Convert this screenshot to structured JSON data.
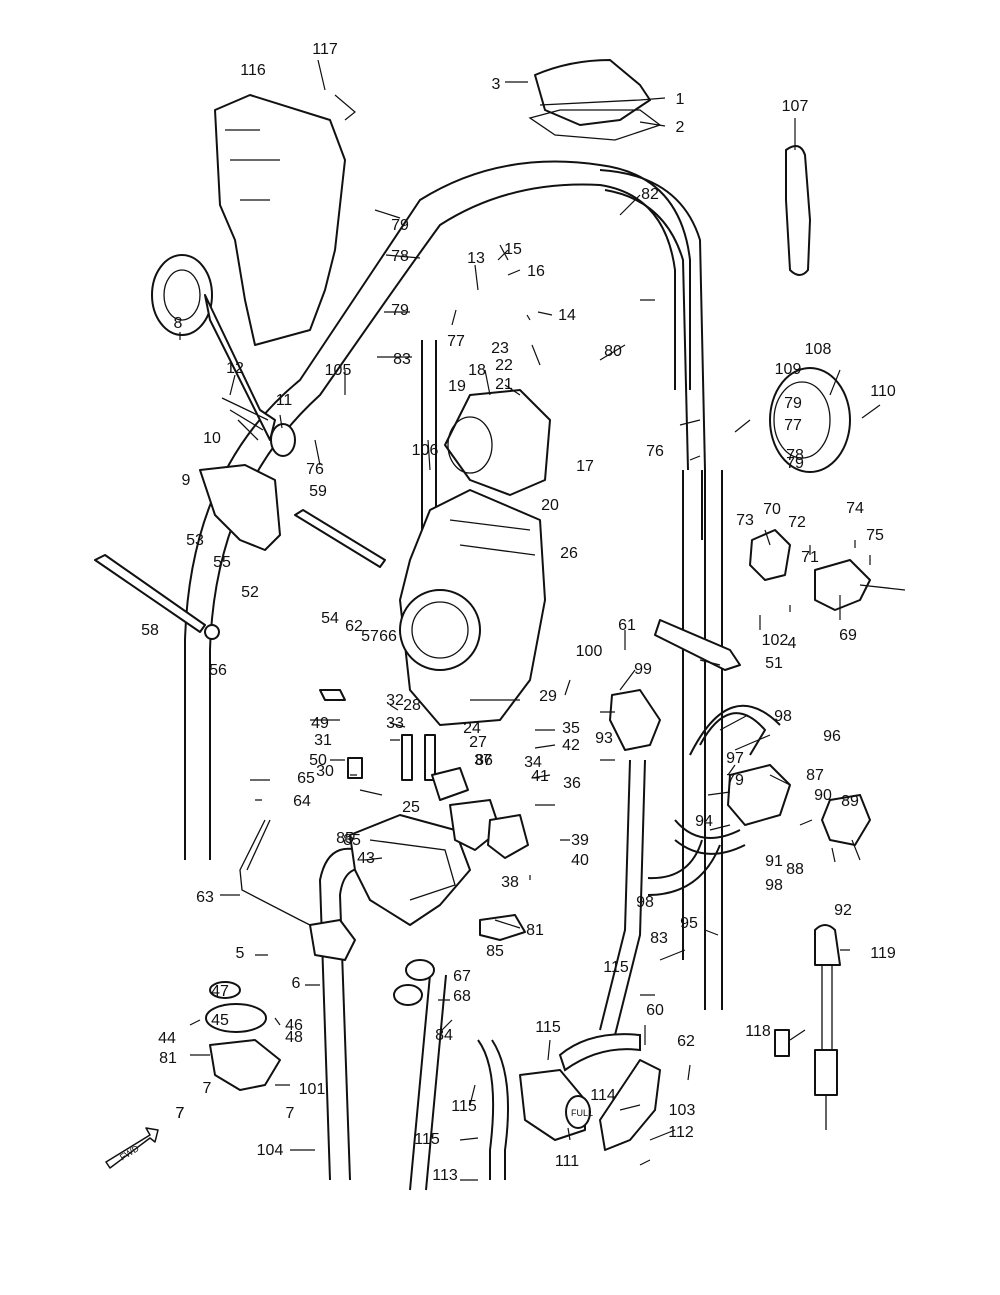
{
  "diagram": {
    "fwd_badge": "FWD",
    "full_mark": "FULL",
    "callouts": [
      {
        "label": "1"
      },
      {
        "label": "2"
      },
      {
        "label": "3"
      },
      {
        "label": "4"
      },
      {
        "label": "5"
      },
      {
        "label": "6"
      },
      {
        "label": "7"
      },
      {
        "label": "7"
      },
      {
        "label": "7"
      },
      {
        "label": "7"
      },
      {
        "label": "8"
      },
      {
        "label": "9"
      },
      {
        "label": "10"
      },
      {
        "label": "11"
      },
      {
        "label": "12"
      },
      {
        "label": "13"
      },
      {
        "label": "14"
      },
      {
        "label": "15"
      },
      {
        "label": "16"
      },
      {
        "label": "17"
      },
      {
        "label": "18"
      },
      {
        "label": "19"
      },
      {
        "label": "20"
      },
      {
        "label": "21"
      },
      {
        "label": "22"
      },
      {
        "label": "23"
      },
      {
        "label": "24"
      },
      {
        "label": "25"
      },
      {
        "label": "26"
      },
      {
        "label": "27"
      },
      {
        "label": "28"
      },
      {
        "label": "29"
      },
      {
        "label": "30"
      },
      {
        "label": "31"
      },
      {
        "label": "32"
      },
      {
        "label": "33"
      },
      {
        "label": "34"
      },
      {
        "label": "35"
      },
      {
        "label": "36"
      },
      {
        "label": "37"
      },
      {
        "label": "38"
      },
      {
        "label": "39"
      },
      {
        "label": "40"
      },
      {
        "label": "41"
      },
      {
        "label": "42"
      },
      {
        "label": "43"
      },
      {
        "label": "44"
      },
      {
        "label": "45"
      },
      {
        "label": "46"
      },
      {
        "label": "47"
      },
      {
        "label": "48"
      },
      {
        "label": "49"
      },
      {
        "label": "50"
      },
      {
        "label": "51"
      },
      {
        "label": "52"
      },
      {
        "label": "53"
      },
      {
        "label": "54"
      },
      {
        "label": "55"
      },
      {
        "label": "56"
      },
      {
        "label": "57"
      },
      {
        "label": "58"
      },
      {
        "label": "59"
      },
      {
        "label": "60"
      },
      {
        "label": "61"
      },
      {
        "label": "62"
      },
      {
        "label": "62"
      },
      {
        "label": "63"
      },
      {
        "label": "64"
      },
      {
        "label": "65"
      },
      {
        "label": "66"
      },
      {
        "label": "67"
      },
      {
        "label": "68"
      },
      {
        "label": "69"
      },
      {
        "label": "70"
      },
      {
        "label": "71"
      },
      {
        "label": "72"
      },
      {
        "label": "73"
      },
      {
        "label": "74"
      },
      {
        "label": "75"
      },
      {
        "label": "76"
      },
      {
        "label": "76"
      },
      {
        "label": "77"
      },
      {
        "label": "77"
      },
      {
        "label": "78"
      },
      {
        "label": "78"
      },
      {
        "label": "79"
      },
      {
        "label": "79"
      },
      {
        "label": "79"
      },
      {
        "label": "79"
      },
      {
        "label": "79"
      },
      {
        "label": "80"
      },
      {
        "label": "81"
      },
      {
        "label": "81"
      },
      {
        "label": "82"
      },
      {
        "label": "83"
      },
      {
        "label": "83"
      },
      {
        "label": "84"
      },
      {
        "label": "85"
      },
      {
        "label": "85"
      },
      {
        "label": "85"
      },
      {
        "label": "86"
      },
      {
        "label": "87"
      },
      {
        "label": "88"
      },
      {
        "label": "89"
      },
      {
        "label": "90"
      },
      {
        "label": "91"
      },
      {
        "label": "92"
      },
      {
        "label": "93"
      },
      {
        "label": "94"
      },
      {
        "label": "95"
      },
      {
        "label": "96"
      },
      {
        "label": "97"
      },
      {
        "label": "98"
      },
      {
        "label": "98"
      },
      {
        "label": "98"
      },
      {
        "label": "99"
      },
      {
        "label": "100"
      },
      {
        "label": "101"
      },
      {
        "label": "102"
      },
      {
        "label": "103"
      },
      {
        "label": "104"
      },
      {
        "label": "105"
      },
      {
        "label": "106"
      },
      {
        "label": "107"
      },
      {
        "label": "108"
      },
      {
        "label": "109"
      },
      {
        "label": "110"
      },
      {
        "label": "111"
      },
      {
        "label": "112"
      },
      {
        "label": "113"
      },
      {
        "label": "114"
      },
      {
        "label": "115"
      },
      {
        "label": "115"
      },
      {
        "label": "115"
      },
      {
        "label": "115"
      },
      {
        "label": "116"
      },
      {
        "label": "117"
      },
      {
        "label": "118"
      },
      {
        "label": "119"
      }
    ]
  }
}
